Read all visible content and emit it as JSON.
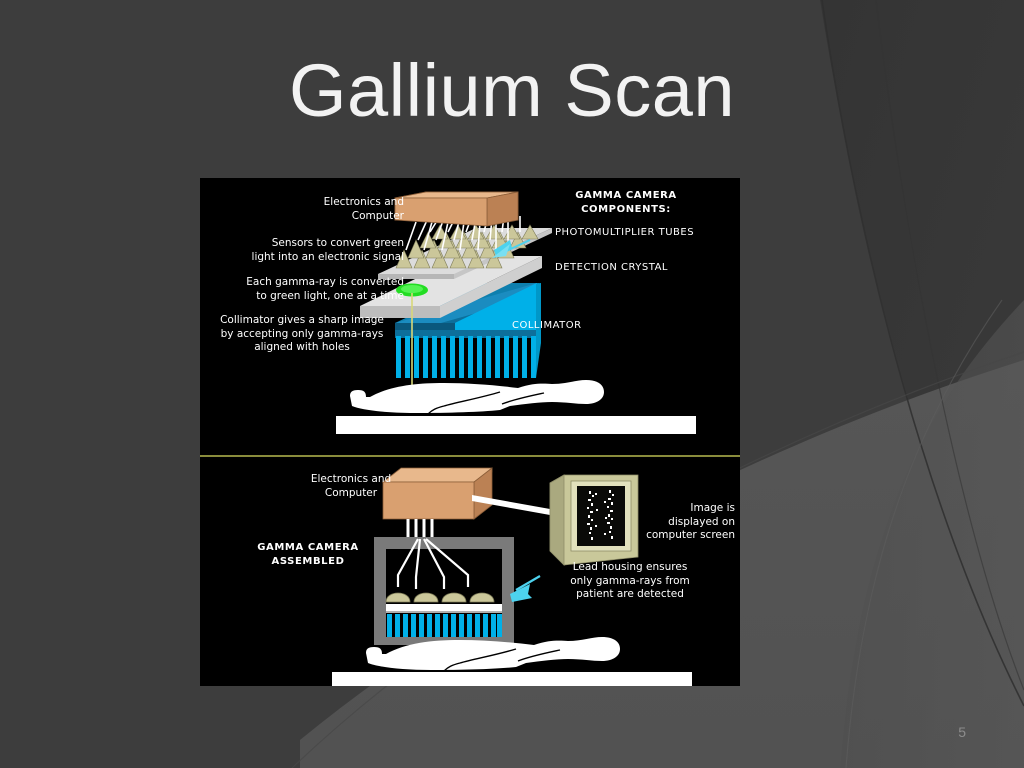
{
  "slide": {
    "title": "Gallium Scan",
    "number": "5",
    "background_color": "#3d3d3d",
    "title_color": "#f2f2f2",
    "number_color": "#8d8d8d"
  },
  "figure": {
    "background_color": "#000000",
    "divider_color": "#8a8c3c",
    "top_panel": {
      "left_labels": [
        "Electronics and\nComputer",
        "Sensors to convert green\nlight into an electronic signal",
        "Each gamma-ray is converted\nto green light, one at a time",
        "Collimator gives a sharp image\nby accepting only gamma-rays\naligned with holes"
      ],
      "heading": "GAMMA CAMERA\nCOMPONENTS:",
      "right_labels": [
        "PHOTOMULTIPLIER TUBES",
        "DETECTION CRYSTAL",
        "COLLIMATOR"
      ]
    },
    "bottom_panel": {
      "electronics_label": "Electronics and\nComputer",
      "heading": "GAMMA CAMERA\nASSEMBLED",
      "screen_label": "Image is\ndisplayed on\ncomputer screen",
      "housing_label": "Lead housing ensures\nonly gamma-rays from\npatient are detected"
    },
    "colors": {
      "electronics_box": "#d9a070",
      "electronics_box_top": "#e8b88c",
      "electronics_box_side": "#bb8154",
      "collimator_cyan": "#00b0e8",
      "collimator_dark": "#0b6a93",
      "crystal_gray": "#d4d4d4",
      "pmt_tan": "#cbc79a",
      "green_spot": "#22dd22",
      "arrow_cyan": "#4dd2ee",
      "lead_housing": "#7a7a7a",
      "monitor_khaki": "#c9c89a",
      "patient_white": "#ffffff",
      "ray_line": "#d8d878"
    }
  }
}
